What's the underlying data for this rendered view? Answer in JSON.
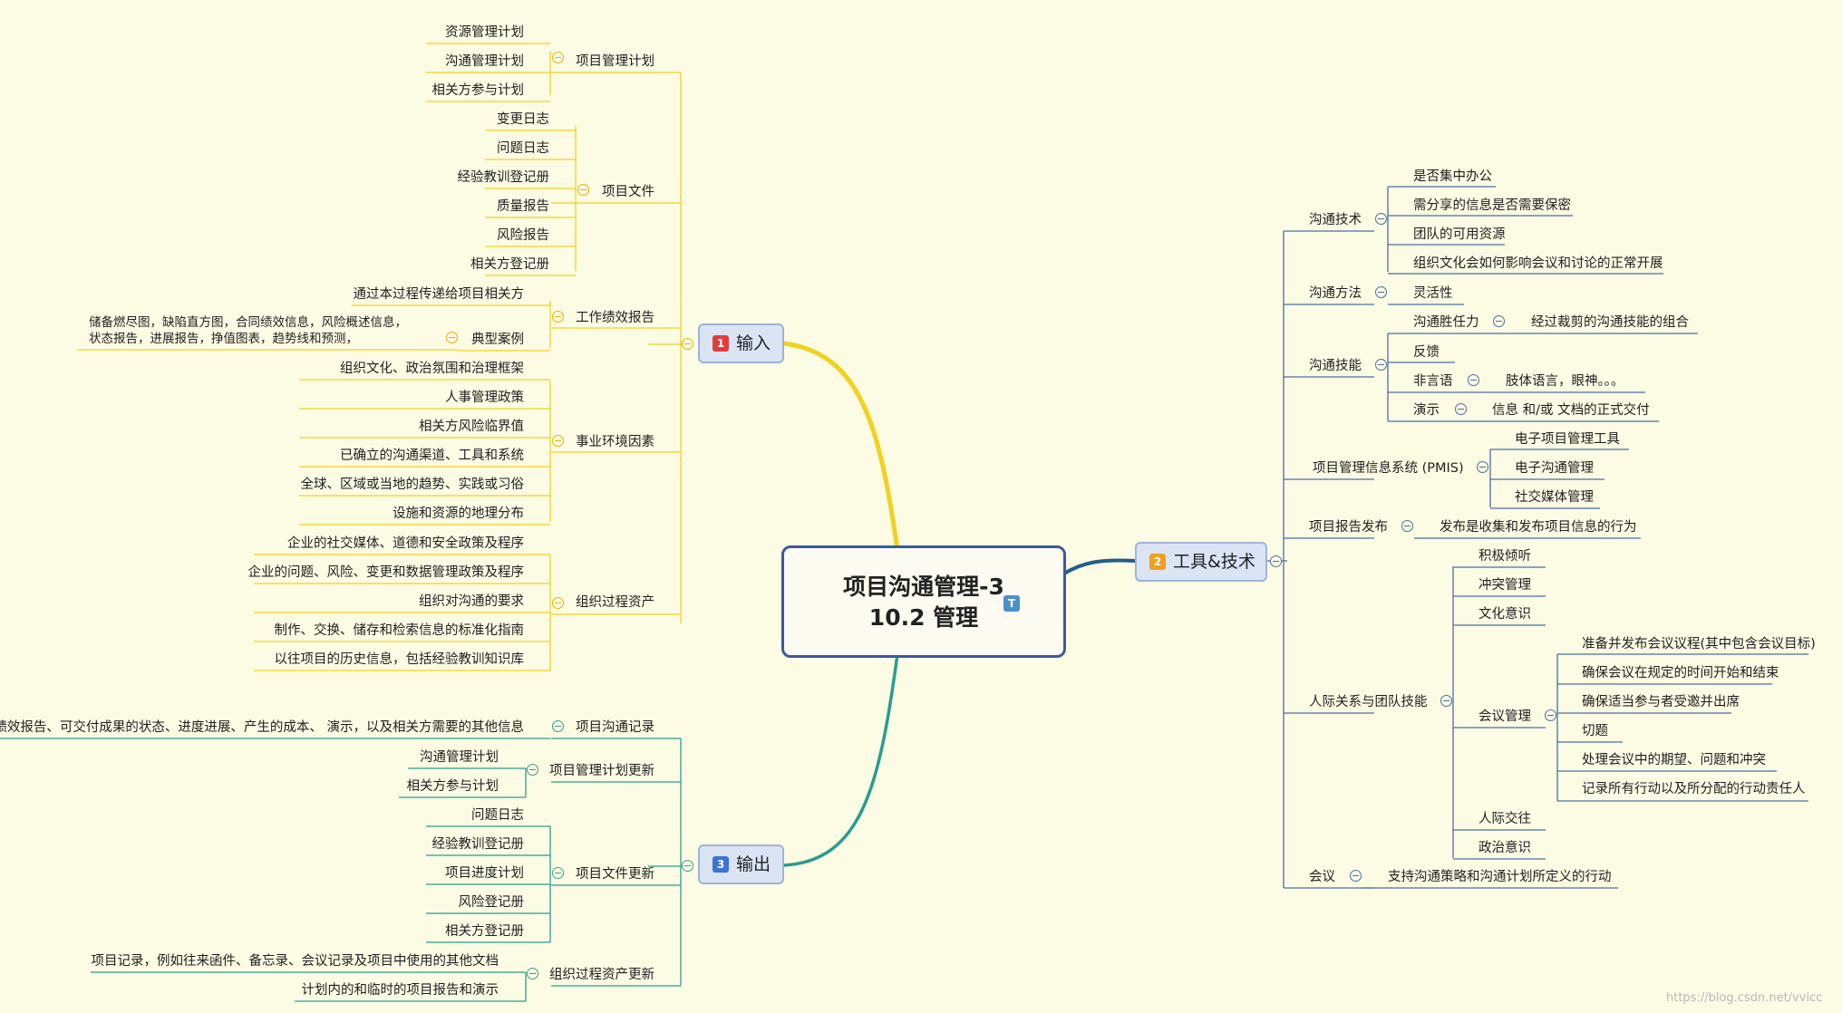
{
  "center": {
    "line1": "项目沟通管理-3",
    "line2": "10.2 管理",
    "badge": "T"
  },
  "colors": {
    "input": "#f2d11f",
    "output": "#2a9d8f",
    "tools": "#1f5f8b",
    "line": "#4a6fa5"
  },
  "input": {
    "num": "1",
    "label": "输入",
    "groups": {
      "plan": {
        "label": "项目管理计划",
        "items": [
          "资源管理计划",
          "沟通管理计划",
          "相关方参与计划"
        ]
      },
      "docs": {
        "label": "项目文件",
        "items": [
          "变更日志",
          "问题日志",
          "经验教训登记册",
          "质量报告",
          "风险报告",
          "相关方登记册"
        ]
      },
      "perf": {
        "label": "工作绩效报告",
        "items": [
          "通过本过程传递给项目相关方",
          "典型案例"
        ],
        "case_detail": "储备燃尽图，缺陷直方图，合同绩效信息，风险概述信息，\n状态报告，进展报告，挣值图表，趋势线和预测，"
      },
      "eef": {
        "label": "事业环境因素",
        "items": [
          "组织文化、政治氛围和治理框架",
          "人事管理政策",
          "相关方风险临界值",
          "已确立的沟通渠道、工具和系统",
          "全球、区域或当地的趋势、实践或习俗",
          "设施和资源的地理分布"
        ]
      },
      "opa": {
        "label": "组织过程资产",
        "items": [
          "企业的社交媒体、道德和安全政策及程序",
          "企业的问题、风险、变更和数据管理政策及程序",
          "组织对沟通的要求",
          "制作、交换、储存和检索信息的标准化指南",
          "以往项目的历史信息，包括经验教训知识库"
        ]
      }
    }
  },
  "output": {
    "num": "3",
    "label": "输出",
    "groups": {
      "rec": {
        "label": "项目沟通记录",
        "detail": "绩效报告、可交付成果的状态、进度进展、产生的成本、 演示，以及相关方需要的其他信息"
      },
      "planupd": {
        "label": "项目管理计划更新",
        "items": [
          "沟通管理计划",
          "相关方参与计划"
        ]
      },
      "docupd": {
        "label": "项目文件更新",
        "items": [
          "问题日志",
          "经验教训登记册",
          "项目进度计划",
          "风险登记册",
          "相关方登记册"
        ]
      },
      "opaupd": {
        "label": "组织过程资产更新",
        "items": [
          "项目记录，例如往来函件、备忘录、会议记录及项目中使用的其他文档",
          "计划内的和临时的项目报告和演示"
        ]
      }
    }
  },
  "tools": {
    "num": "2",
    "label": "工具&技术",
    "comm_tech": {
      "label": "沟通技术",
      "items": [
        "是否集中办公",
        "需分享的信息是否需要保密",
        "团队的可用资源",
        "组织文化会如何影响会议和讨论的正常开展"
      ]
    },
    "comm_method": {
      "label": "沟通方法",
      "item": "灵活性"
    },
    "comm_skill": {
      "label": "沟通技能",
      "competence": "沟通胜任力",
      "competence_detail": "经过裁剪的沟通技能的组合",
      "feedback": "反馈",
      "nonverbal": "非言语",
      "nonverbal_detail": "肢体语言，眼神。。。",
      "present": "演示",
      "present_detail": "信息 和/或 文档的正式交付"
    },
    "pmis": {
      "label": "项目管理信息系统 (PMIS)",
      "items": [
        "电子项目管理工具",
        "电子沟通管理",
        "社交媒体管理"
      ]
    },
    "report": {
      "label": "项目报告发布",
      "detail": "发布是收集和发布项目信息的行为"
    },
    "interp": {
      "label": "人际关系与团队技能",
      "items": [
        "积极倾听",
        "冲突管理",
        "文化意识"
      ],
      "meeting": {
        "label": "会议管理",
        "items": [
          "准备并发布会议议程(其中包含会议目标)",
          "确保会议在规定的时间开始和结束",
          "确保适当参与者受邀并出席",
          "切题",
          "处理会议中的期望、问题和冲突",
          "记录所有行动以及所分配的行动责任人"
        ]
      },
      "items2": [
        "人际交往",
        "政治意识"
      ]
    },
    "meetings": {
      "label": "会议",
      "detail": "支持沟通策略和沟通计划所定义的行动"
    }
  },
  "watermark": "https://blog.csdn.net/vvicc"
}
